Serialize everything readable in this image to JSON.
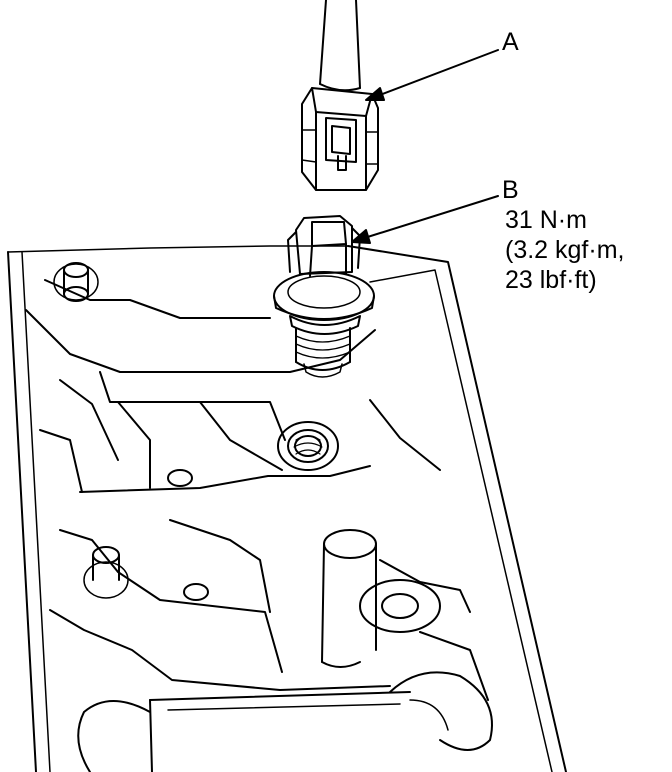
{
  "callouts": {
    "a": {
      "letter": "A"
    },
    "b": {
      "letter": "B",
      "torque_nm": "31 N·m",
      "torque_kgf": "(3.2 kgf·m,",
      "torque_lbf": "23 lbf·ft)"
    }
  },
  "colors": {
    "line": "#000000",
    "background": "#ffffff"
  }
}
